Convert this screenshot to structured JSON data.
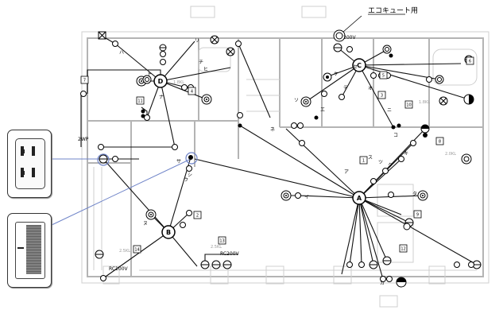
{
  "title_label": "エコキュート用",
  "title_badge": "200V",
  "hubs": [
    {
      "id": "A",
      "label": "A"
    },
    {
      "id": "B",
      "label": "B"
    },
    {
      "id": "C",
      "label": "C"
    },
    {
      "id": "D",
      "label": "D"
    }
  ],
  "box_labels": [
    "1",
    "2",
    "3",
    "4",
    "5",
    "6",
    "7",
    "8",
    "9",
    "10",
    "11",
    "12",
    "13",
    "14"
  ],
  "kana_labels": [
    "ア",
    "イ",
    "ウ",
    "エ",
    "オ",
    "カ",
    "キ",
    "ク",
    "ケ",
    "コ",
    "サ",
    "シ",
    "ス",
    "セ",
    "ソ",
    "タ",
    "チ",
    "ツ",
    "テ",
    "ト",
    "ナ",
    "ニ",
    "ヌ",
    "ネ",
    "ハ",
    "ヒ",
    "リ"
  ],
  "small_texts": {
    "wall_2wp": "2WP",
    "outlet_200v": "RC200V",
    "outlet_100v": "RC100V",
    "spec_a": "2.5KL",
    "spec_b": "2.0KL",
    "spec_c": "1.8KL"
  },
  "callouts": [
    {
      "id": "outlet-detail",
      "kind": "double-outlet"
    },
    {
      "id": "switch-detail",
      "kind": "wide-switch"
    }
  ],
  "colors": {
    "wall": "#b4b4b4",
    "wire": "#111111",
    "callout_line": "#6f84c8",
    "callout_box": "#333333"
  }
}
